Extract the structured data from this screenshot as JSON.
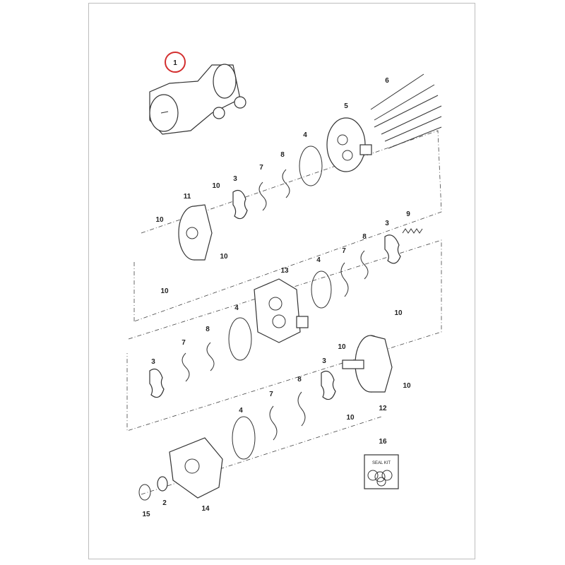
{
  "diagram": {
    "title_part": "1",
    "highlight_color": "#d32f2f",
    "seal_kit_label": "SEAL KIT",
    "labels": [
      "6",
      "5",
      "4",
      "8",
      "7",
      "3",
      "10",
      "11",
      "10",
      "10",
      "9",
      "3",
      "8",
      "7",
      "4",
      "13",
      "10",
      "4",
      "10",
      "8",
      "7",
      "3",
      "10",
      "3",
      "8",
      "7",
      "4",
      "10",
      "12",
      "10",
      "16",
      "15",
      "2",
      "14"
    ]
  }
}
